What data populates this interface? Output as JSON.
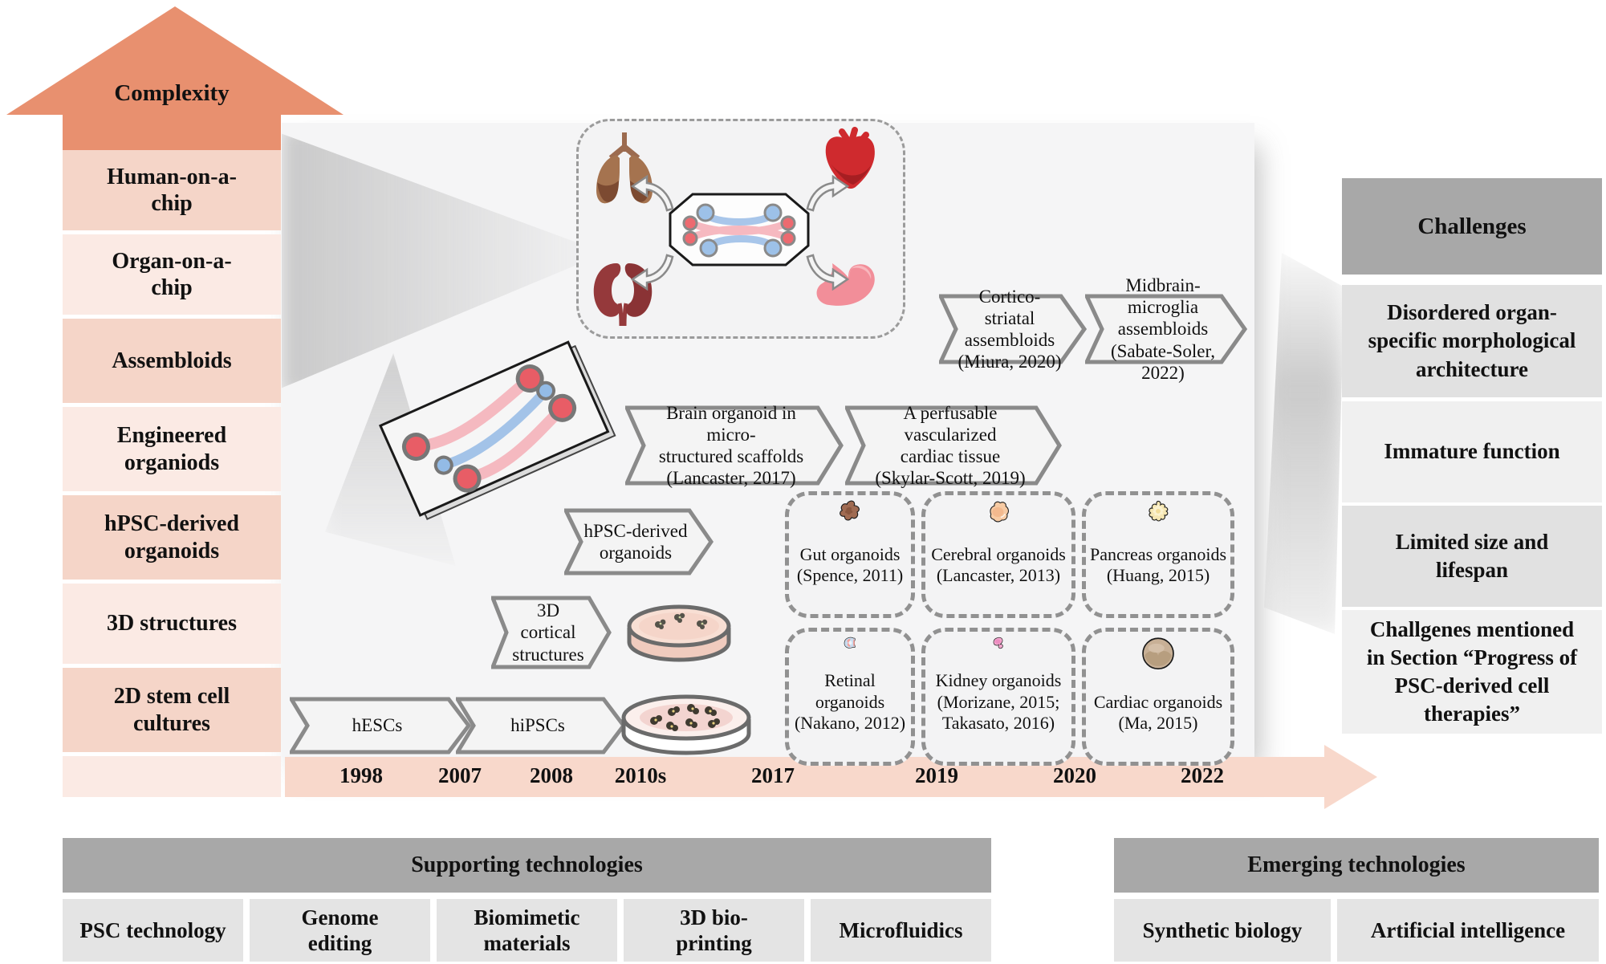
{
  "colors": {
    "accent_salmon": "#E8906F",
    "row_pink_dark": "#F5D5C8",
    "row_pink_light": "#FBEAE4",
    "timeline_pink": "#F8D8CB",
    "header_gray": "#A8A8A8",
    "challenge_row_dark": "#E1E1E1",
    "challenge_row_light": "#F0F0F0",
    "tech_cell_gray": "#E4E4E4",
    "panel_gray": "#F5F5F6"
  },
  "complexity": {
    "label": "Complexity",
    "levels": [
      {
        "label": "Human-on-a-\nchip"
      },
      {
        "label": "Organ-on-a-\nchip"
      },
      {
        "label": "Assembloids"
      },
      {
        "label": "Engineered\norganiods"
      },
      {
        "label": "hPSC-derived\norganoids"
      },
      {
        "label": "3D structures"
      },
      {
        "label": "2D stem cell\ncultures"
      }
    ]
  },
  "timeline": {
    "years": [
      "1998",
      "2007",
      "2008",
      "2010s",
      "2017",
      "2019",
      "2020",
      "2022"
    ]
  },
  "milestones": {
    "hescs": "hESCs",
    "hipscs": "hiPSCs",
    "cortical_structures": "3D cortical\nstructures",
    "hpsc_organoids": "hPSC-derived\norganoids",
    "brain_scaffolds": "Brain organoid in micro-\nstructured scaffolds\n(Lancaster, 2017)",
    "perfusable_cardiac": "A perfusable vascularized\ncardiac tissue\n(Skylar-Scott, 2019)",
    "cortico_striatal": "Cortico-striatal\nassembloids\n(Miura, 2020)",
    "midbrain_microglia": "Midbrain-microglia\nassembloids\n(Sabate-Soler, 2022)"
  },
  "organoid_cards": [
    {
      "name": "Gut organoids",
      "citation": "(Spence, 2011)"
    },
    {
      "name": "Cerebral organoids",
      "citation": "(Lancaster, 2013)"
    },
    {
      "name": "Pancreas organoids",
      "citation": "(Huang, 2015)"
    },
    {
      "name": "Retinal organoids",
      "citation": "(Nakano, 2012)"
    },
    {
      "name": "Kidney organoids",
      "citation": "(Morizane, 2015;\nTakasato, 2016)"
    },
    {
      "name": "Cardiac organoids",
      "citation": "(Ma, 2015)"
    }
  ],
  "challenges": {
    "header": "Challenges",
    "items": [
      "Disordered organ-\nspecific morphological\narchitecture",
      "Immature function",
      "Limited size and\nlifespan",
      "Challgenes mentioned\nin Section “Progress of\nPSC-derived cell\ntherapies”"
    ]
  },
  "supporting_technologies": {
    "header": "Supporting technologies",
    "items": [
      "PSC technology",
      "Genome\nediting",
      "Biomimetic\nmaterials",
      "3D bio-\nprinting",
      "Microfluidics"
    ]
  },
  "emerging_technologies": {
    "header": "Emerging technologies",
    "items": [
      "Synthetic biology",
      "Artificial intelligence"
    ]
  }
}
